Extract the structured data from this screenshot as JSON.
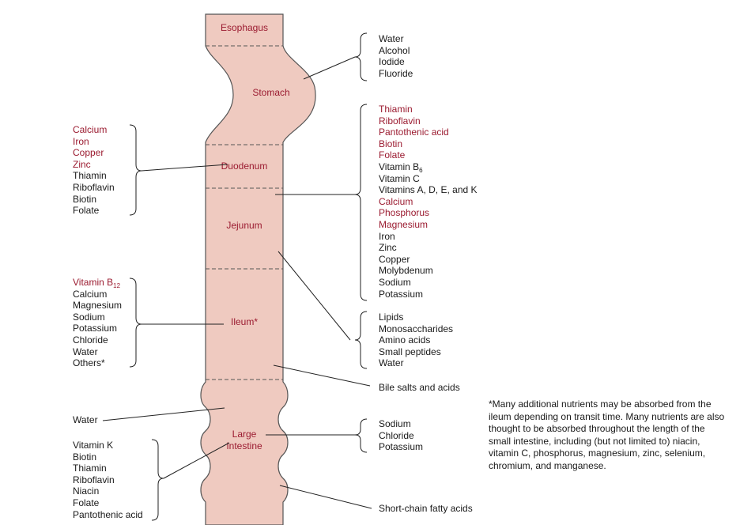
{
  "colors": {
    "tract_fill": "#efcac0",
    "tract_stroke": "#555555",
    "highlight_text": "#9b1b30",
    "normal_text": "#1a1a1a"
  },
  "segments": {
    "esophagus": "Esophagus",
    "stomach": "Stomach",
    "duodenum": "Duodenum",
    "jejunum": "Jejunum",
    "ileum": "Ileum*",
    "large_intestine_line1": "Large",
    "large_intestine_line2": "Intestine"
  },
  "lists": {
    "stomach": [
      {
        "text": "Water",
        "highlight": false
      },
      {
        "text": "Alcohol",
        "highlight": false
      },
      {
        "text": "Iodide",
        "highlight": false
      },
      {
        "text": "Fluoride",
        "highlight": false
      }
    ],
    "jejunum_right": [
      {
        "text": "Thiamin",
        "highlight": true
      },
      {
        "text": "Riboflavin",
        "highlight": true
      },
      {
        "text": "Pantothenic acid",
        "highlight": true
      },
      {
        "text": "Biotin",
        "highlight": true
      },
      {
        "text": "Folate",
        "highlight": true
      },
      {
        "text": "Vitamin B",
        "sub": "6",
        "highlight": false
      },
      {
        "text": "Vitamin C",
        "highlight": false
      },
      {
        "text": "Vitamins A, D, E, and K",
        "highlight": false
      },
      {
        "text": "Calcium",
        "highlight": true
      },
      {
        "text": "Phosphorus",
        "highlight": true
      },
      {
        "text": "Magnesium",
        "highlight": true
      },
      {
        "text": "Iron",
        "highlight": false
      },
      {
        "text": "Zinc",
        "highlight": false
      },
      {
        "text": "Copper",
        "highlight": false
      },
      {
        "text": "Molybdenum",
        "highlight": false
      },
      {
        "text": "Sodium",
        "highlight": false
      },
      {
        "text": "Potassium",
        "highlight": false
      }
    ],
    "macronutrients": [
      {
        "text": "Lipids",
        "highlight": false
      },
      {
        "text": "Monosaccharides",
        "highlight": false
      },
      {
        "text": "Amino acids",
        "highlight": false
      },
      {
        "text": "Small peptides",
        "highlight": false
      },
      {
        "text": "Water",
        "highlight": false
      }
    ],
    "duodenum": [
      {
        "text": "Calcium",
        "highlight": true
      },
      {
        "text": "Iron",
        "highlight": true
      },
      {
        "text": "Copper",
        "highlight": true
      },
      {
        "text": "Zinc",
        "highlight": true
      },
      {
        "text": "Thiamin",
        "highlight": false
      },
      {
        "text": "Riboflavin",
        "highlight": false
      },
      {
        "text": "Biotin",
        "highlight": false
      },
      {
        "text": "Folate",
        "highlight": false
      }
    ],
    "ileum": [
      {
        "text": "Vitamin B",
        "sub": "12",
        "highlight": true
      },
      {
        "text": "Calcium",
        "highlight": false
      },
      {
        "text": "Magnesium",
        "highlight": false
      },
      {
        "text": "Sodium",
        "highlight": false
      },
      {
        "text": "Potassium",
        "highlight": false
      },
      {
        "text": "Chloride",
        "highlight": false
      },
      {
        "text": "Water",
        "highlight": false
      },
      {
        "text": "Others*",
        "highlight": false
      }
    ],
    "large_intestine_left": [
      {
        "text": "Vitamin K",
        "highlight": false
      },
      {
        "text": "Biotin",
        "highlight": false
      },
      {
        "text": "Thiamin",
        "highlight": false
      },
      {
        "text": "Riboflavin",
        "highlight": false
      },
      {
        "text": "Niacin",
        "highlight": false
      },
      {
        "text": "Folate",
        "highlight": false
      },
      {
        "text": "Pantothenic acid",
        "highlight": false
      }
    ],
    "large_intestine_right": [
      {
        "text": "Sodium",
        "highlight": false
      },
      {
        "text": "Chloride",
        "highlight": false
      },
      {
        "text": "Potassium",
        "highlight": false
      }
    ]
  },
  "singles": {
    "bile": "Bile salts and acids",
    "water_colon": "Water",
    "scfa": "Short-chain fatty acids"
  },
  "footnote": "*Many additional nutrients may be absorbed from the ileum depending on transit time. Many nutrients are also thought to be absorbed throughout the length of the small intestine, including (but not limited to) niacin, vitamin C, phosphorus, magnesium, zinc, selenium, chromium, and manganese."
}
